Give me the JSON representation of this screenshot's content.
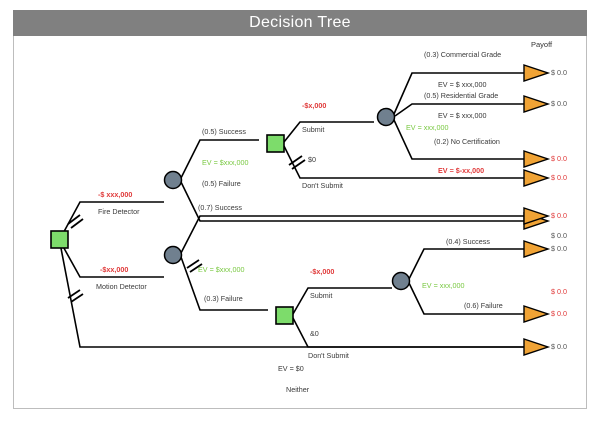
{
  "window": {
    "title": "Decision Tree",
    "header_bg": "#808080",
    "header_text_color": "#ffffff"
  },
  "colors": {
    "decision_node": "#7ddc6b",
    "chance_node": "#70808f",
    "terminal_node": "#f0a335",
    "cost_text": "#e03a3a",
    "ev_text": "#7ac943",
    "line": "#000000"
  },
  "legend": {
    "payoff_header": "Payoff"
  },
  "chart_data": {
    "type": "diagram",
    "title": "Decision Tree",
    "root": {
      "name": "root-decision",
      "node_type": "decision"
    },
    "branches": [
      {
        "label": "Fire Detector",
        "cost": "-$ xxx,000",
        "pruned": true,
        "node_type": "chance",
        "outcomes": [
          {
            "prob_label": "(0.5) Success",
            "ev": "EV = $xxx,000"
          },
          {
            "prob_label": "(0.5) Failure",
            "ev": ""
          }
        ]
      },
      {
        "label": "Motion Detector",
        "cost": "-$xx,000",
        "pruned": false,
        "node_type": "chance",
        "outcomes": [
          {
            "prob_label": "(0.7) Success",
            "ev": "EV = $xxx,000"
          },
          {
            "prob_label": "(0.3) Failure",
            "ev": ""
          }
        ]
      },
      {
        "label": "Neither",
        "cost": "",
        "ev": "EV = $0",
        "pruned": true,
        "node_type": "terminal"
      }
    ],
    "submit_nodes": [
      {
        "submit_label": "Submit",
        "submit_cost": "-$x,000",
        "dont_submit_label": "Don't Submit",
        "dont_submit_cost": "$0",
        "chance_ev": "EV = xxx,000",
        "outcomes": [
          {
            "prob_label": "(0.3) Commercial Grade",
            "ev": "EV = $ xxx,000"
          },
          {
            "prob_label": "(0.5) Residential Grade",
            "ev": "EV = $ xxx,000"
          },
          {
            "prob_label": "(0.2) No Certification",
            "ev": "EV = $-xx,000"
          }
        ]
      },
      {
        "submit_label": "Submit",
        "submit_cost": "-$x,000",
        "dont_submit_label": "Don't Submit",
        "dont_submit_cost": "&0",
        "chance_ev": "EV = xxx,000",
        "outcomes": [
          {
            "prob_label": "(0.4) Success",
            "ev": ""
          },
          {
            "prob_label": "(0.6) Failure",
            "ev": ""
          }
        ]
      }
    ],
    "payoffs": [
      {
        "value": "$ 0.0",
        "style": "neutral"
      },
      {
        "value": "$ 0.0",
        "style": "neutral"
      },
      {
        "value": "$ 0.0",
        "style": "negative"
      },
      {
        "value": "$ 0.0",
        "style": "negative"
      },
      {
        "value": "$ 0.0",
        "style": "negative"
      },
      {
        "value": "$ 0.0",
        "style": "neutral"
      },
      {
        "value": "$ 0.0",
        "style": "neutral"
      },
      {
        "value": "$ 0.0",
        "style": "negative"
      },
      {
        "value": "$ 0.0",
        "style": "negative"
      },
      {
        "value": "$ 0.0",
        "style": "neutral"
      }
    ],
    "labels": {
      "fire_detector": "Fire Detector",
      "fire_cost": "-$ xxx,000",
      "fire_success": "(0.5) Success",
      "fire_failure": "(0.5) Failure",
      "fire_ev": "EV = $xxx,000",
      "motion_detector": "Motion Detector",
      "motion_cost": "-$xx,000",
      "motion_success": "(0.7) Success",
      "motion_failure": "(0.3) Failure",
      "motion_ev": "EV = $xxx,000",
      "neither": "Neither",
      "neither_ev": "EV = $0",
      "submit_1": "Submit",
      "submit_1_cost": "-$x,000",
      "dont_submit_1": "Don't Submit",
      "dont_submit_1_cost": "$0",
      "chance_ev_1": "EV = xxx,000",
      "commercial": "(0.3) Commercial Grade",
      "commercial_ev": "EV = $ xxx,000",
      "residential": "(0.5) Residential Grade",
      "residential_ev": "EV = $ xxx,000",
      "no_cert": "(0.2) No Certification",
      "no_cert_ev": "EV = $-xx,000",
      "submit_2": "Submit",
      "submit_2_cost": "-$x,000",
      "dont_submit_2": "Don't Submit",
      "dont_submit_2_cost": "&0",
      "chance_ev_2": "EV = xxx,000",
      "lower_success": "(0.4) Success",
      "lower_failure": "(0.6) Failure",
      "payoff": "Payoff",
      "pay_1": "$ 0.0",
      "pay_2": "$ 0.0",
      "pay_3": "$ 0.0",
      "pay_4": "$ 0.0",
      "pay_5": "$ 0.0",
      "pay_6": "$ 0.0",
      "pay_7": "$ 0.0",
      "pay_8": "$ 0.0",
      "pay_9": "$ 0.0",
      "pay_10": "$ 0.0"
    }
  }
}
